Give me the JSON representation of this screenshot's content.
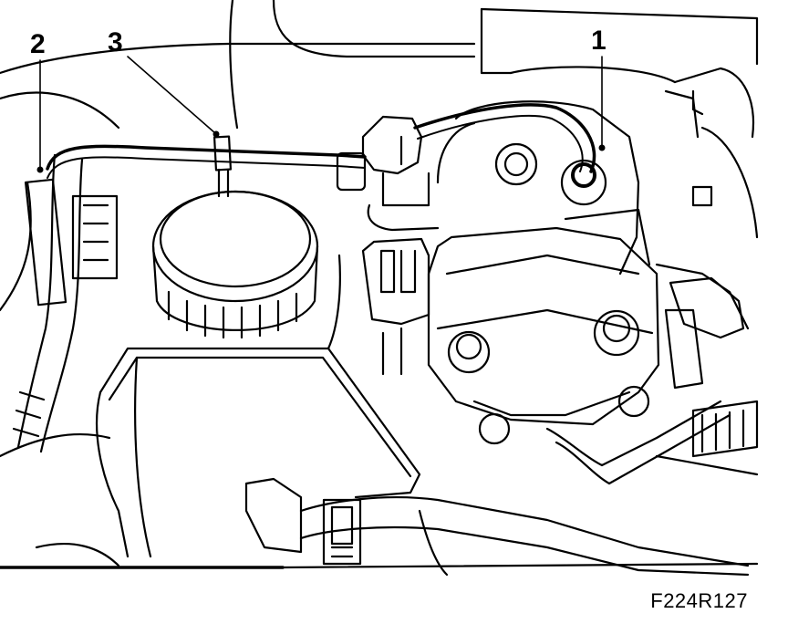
{
  "callouts": {
    "c1": "1",
    "c2": "2",
    "c3": "3"
  },
  "figure_code": "F224R127",
  "colors": {
    "line": "#000000",
    "background": "#ffffff"
  }
}
